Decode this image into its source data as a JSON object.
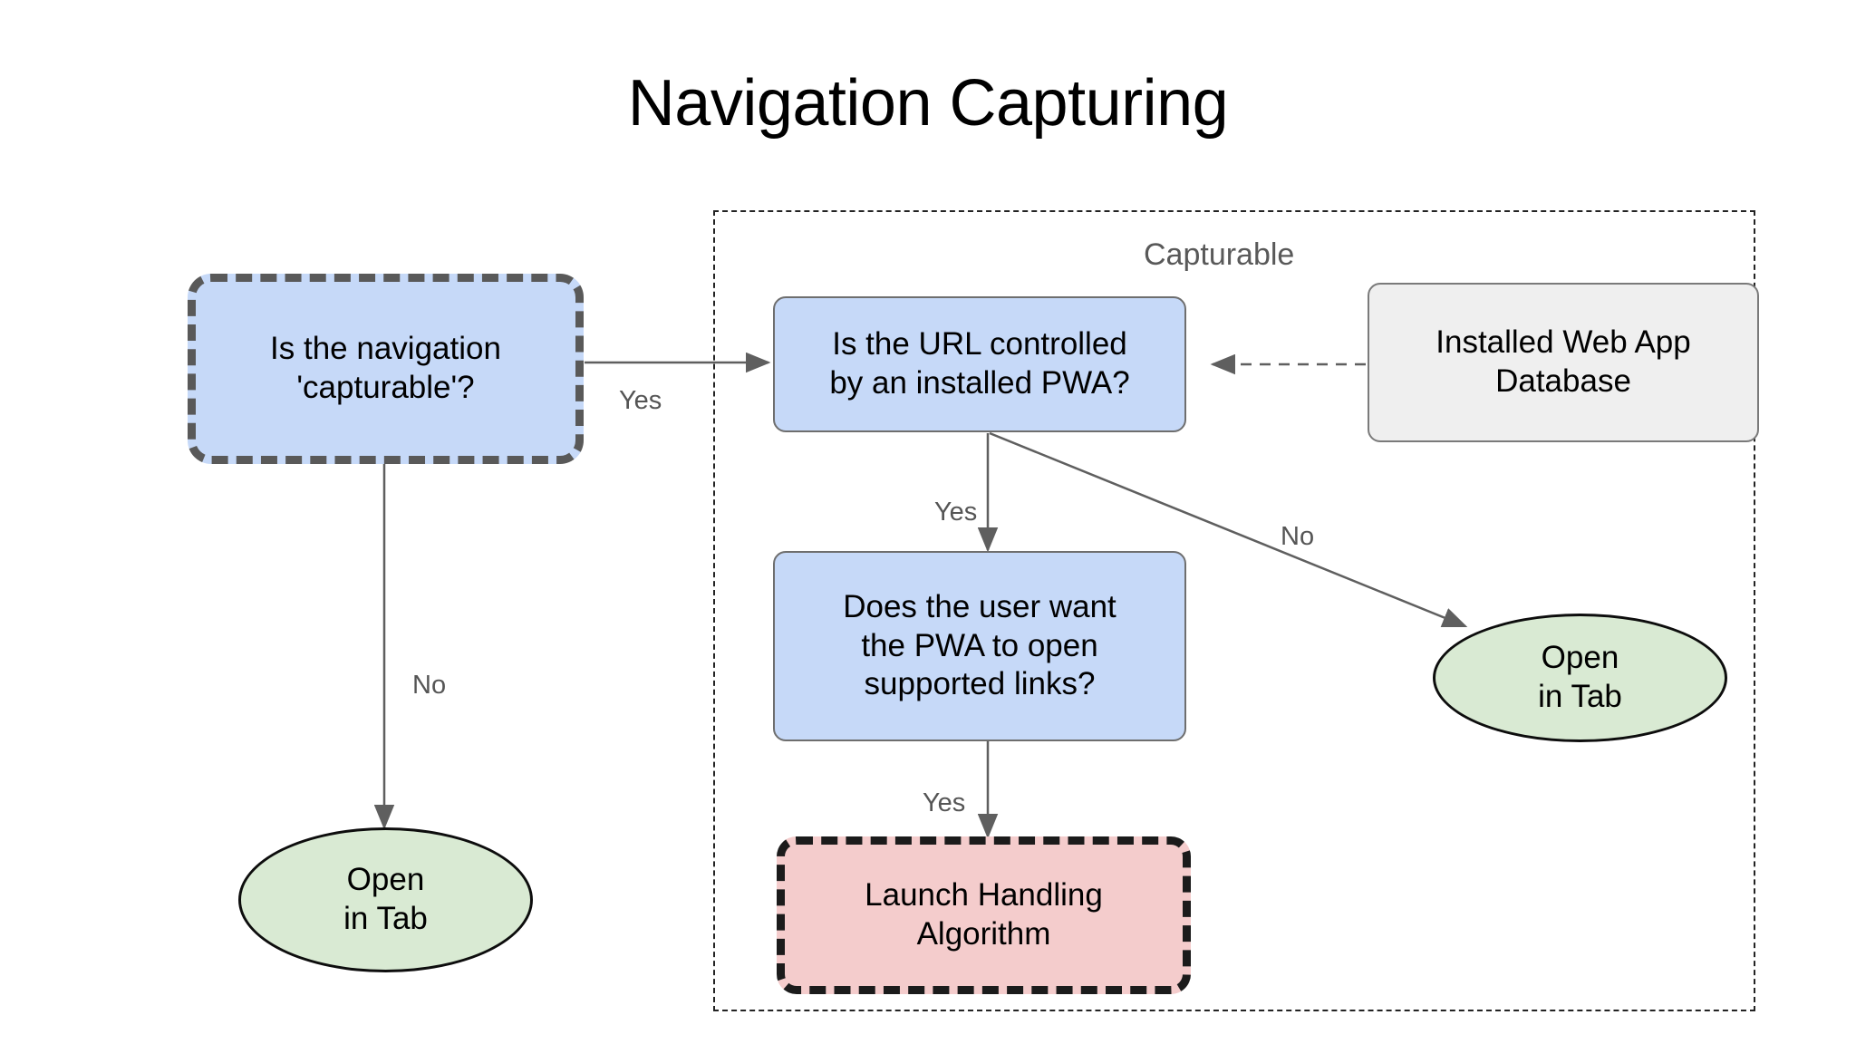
{
  "title": "Navigation Capturing",
  "group": {
    "label": "Capturable"
  },
  "nodes": {
    "is_capturable": {
      "label": "Is the navigation\n'capturable'?",
      "shape": "rounded-rect",
      "fill": "#c6d9f8",
      "stroke": "#595959",
      "stroke_style": "dashed"
    },
    "url_controlled": {
      "label": "Is the URL controlled\nby an installed PWA?",
      "shape": "rounded-rect",
      "fill": "#c6d9f8",
      "stroke": "#6e6e6e",
      "stroke_style": "solid"
    },
    "web_app_db": {
      "label": "Installed Web App\nDatabase",
      "shape": "rounded-rect",
      "fill": "#efefef",
      "stroke": "#7a7a7a",
      "stroke_style": "solid"
    },
    "user_wants": {
      "label": "Does the user want\nthe PWA to open\nsupported links?",
      "shape": "rounded-rect",
      "fill": "#c6d9f8",
      "stroke": "#6e6e6e",
      "stroke_style": "solid"
    },
    "launch_handling": {
      "label": "Launch Handling\nAlgorithm",
      "shape": "rounded-rect",
      "fill": "#f4cccc",
      "stroke": "#1b1b1b",
      "stroke_style": "dashed"
    },
    "open_in_tab_left": {
      "label": "Open\nin Tab",
      "shape": "ellipse",
      "fill": "#d9ead3",
      "stroke": "#0d0d0d",
      "stroke_style": "solid"
    },
    "open_in_tab_right": {
      "label": "Open\nin Tab",
      "shape": "ellipse",
      "fill": "#d9ead3",
      "stroke": "#0d0d0d",
      "stroke_style": "solid"
    }
  },
  "edges": [
    {
      "id": "capturable-yes",
      "from": "is_capturable",
      "to": "url_controlled",
      "label": "Yes",
      "style": "solid"
    },
    {
      "id": "capturable-no",
      "from": "is_capturable",
      "to": "open_in_tab_left",
      "label": "No",
      "style": "solid"
    },
    {
      "id": "url-yes",
      "from": "url_controlled",
      "to": "user_wants",
      "label": "Yes",
      "style": "solid"
    },
    {
      "id": "url-no",
      "from": "url_controlled",
      "to": "open_in_tab_right",
      "label": "No",
      "style": "solid"
    },
    {
      "id": "user-yes",
      "from": "user_wants",
      "to": "launch_handling",
      "label": "Yes",
      "style": "solid"
    },
    {
      "id": "db-lookup",
      "from": "web_app_db",
      "to": "url_controlled",
      "label": "",
      "style": "dashed"
    }
  ],
  "colors": {
    "blue_fill": "#c6d9f8",
    "pink_fill": "#f4cccc",
    "green_fill": "#d9ead3",
    "gray_fill": "#efefef",
    "edge_stroke": "#5f5f5f",
    "label_text": "#555555",
    "group_text": "#595959",
    "background": "#ffffff"
  }
}
